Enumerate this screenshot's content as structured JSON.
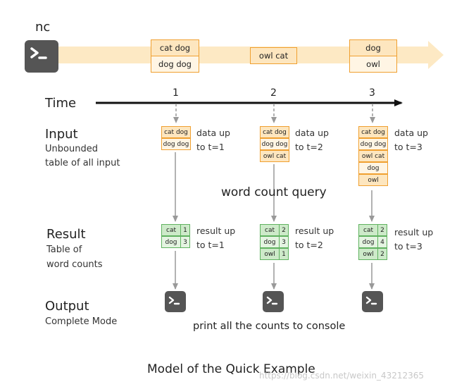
{
  "source": {
    "label": "nc",
    "batches": [
      [
        "cat dog",
        "dog dog"
      ],
      [
        "owl cat"
      ],
      [
        "dog",
        "owl"
      ]
    ]
  },
  "timeline": {
    "label": "Time",
    "ticks": [
      "1",
      "2",
      "3"
    ]
  },
  "input": {
    "title": "Input",
    "subtitle_line1": "Unbounded",
    "subtitle_line2": "table of all input",
    "tables": [
      [
        "cat dog",
        "dog dog"
      ],
      [
        "cat dog",
        "dog dog",
        "owl cat"
      ],
      [
        "cat dog",
        "dog dog",
        "owl cat",
        "dog",
        "owl"
      ]
    ],
    "notes": [
      [
        "data up",
        "to t=1"
      ],
      [
        "data up",
        "to t=2"
      ],
      [
        "data up",
        "to t=3"
      ]
    ]
  },
  "query_label": "word count query",
  "result": {
    "title": "Result",
    "subtitle_line1": "Table of",
    "subtitle_line2": "word counts",
    "tables": [
      [
        [
          "cat",
          "1"
        ],
        [
          "dog",
          "3"
        ]
      ],
      [
        [
          "cat",
          "2"
        ],
        [
          "dog",
          "3"
        ],
        [
          "owl",
          "1"
        ]
      ],
      [
        [
          "cat",
          "2"
        ],
        [
          "dog",
          "4"
        ],
        [
          "owl",
          "2"
        ]
      ]
    ],
    "notes": [
      [
        "result up",
        "to t=1"
      ],
      [
        "result up",
        "to t=2"
      ],
      [
        "result up",
        "to t=3"
      ]
    ]
  },
  "output": {
    "title": "Output",
    "subtitle": "Complete Mode",
    "caption": "print all the counts to console"
  },
  "footer": {
    "title": "Model of the Quick Example",
    "watermark": "https://blog.csdn.net/weixin_43212365"
  },
  "colors": {
    "input_border": "#f0a030",
    "input_fill": "#fde6bf",
    "result_border": "#5fb25f",
    "result_fill": "#cdeac9",
    "terminal": "#555555",
    "stream_band": "#fde9c4"
  },
  "icons": [
    "terminal-icon"
  ]
}
